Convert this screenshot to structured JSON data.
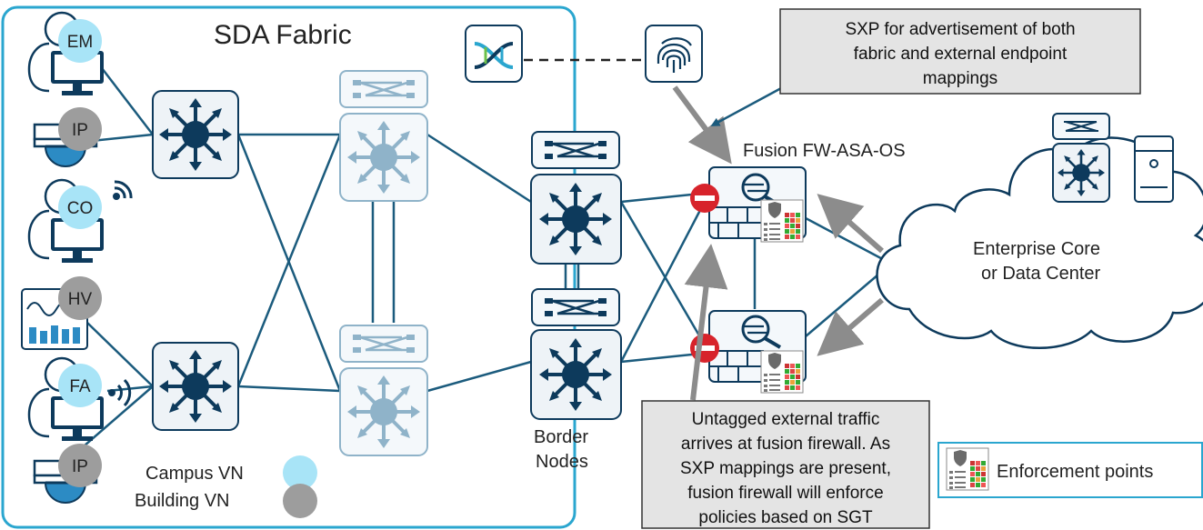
{
  "fabric": {
    "title": "SDA Fabric"
  },
  "endpoints": {
    "em": "EM",
    "ip_top": "IP",
    "co": "CO",
    "hv": "HV",
    "fa": "FA",
    "ip_bottom": "IP"
  },
  "legend": {
    "campus_vn": "Campus VN",
    "building_vn": "Building VN",
    "campus_color": "#a8e4f7",
    "building_color": "#9d9d9d"
  },
  "border": {
    "label_line1": "Border",
    "label_line2": "Nodes"
  },
  "fusion": {
    "label": "Fusion FW-ASA-OS"
  },
  "cloud": {
    "line1": "Enterprise Core",
    "line2": "or Data Center"
  },
  "callouts": {
    "sxp": [
      "SXP for advertisement of both",
      "fabric and external endpoint",
      "mappings"
    ],
    "untagged": [
      "Untagged external traffic",
      "arrives at fusion firewall. As",
      "SXP mappings are present,",
      "fusion firewall will enforce",
      "policies based on SGT"
    ],
    "enforcement": "Enforcement points"
  },
  "colors": {
    "navy": "#0d3a5c",
    "link": "#1b5b7d",
    "fabric_border": "#2aa6cf",
    "light_switch": "#8db0c6",
    "arrow_gray": "#8c8c8c",
    "callout_fill": "#e4e4e4"
  }
}
